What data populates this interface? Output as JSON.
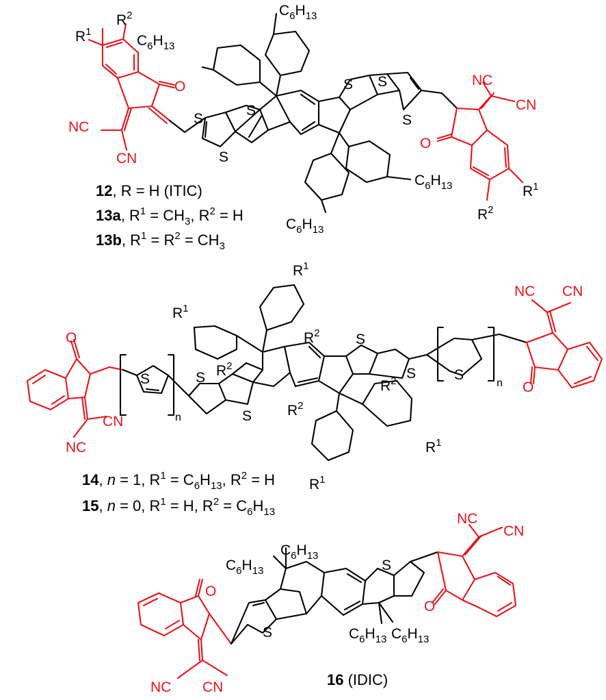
{
  "atoms": {
    "S": "S",
    "O": "O",
    "NC": "NC",
    "CN": "CN",
    "C": "C",
    "H": "H",
    "R": "R",
    "six": "6",
    "thirteen": "13",
    "one": "1",
    "two": "2",
    "n": "n"
  },
  "colors": {
    "core": "#000000",
    "acceptor_end_group": "#e8141b"
  },
  "compounds": [
    {
      "id": "12",
      "rest": ", R = H (ITIC)"
    },
    {
      "id": "13a",
      "rest_parts": [
        ", R",
        "1",
        " = CH",
        "3",
        ", R",
        "2",
        " = H"
      ]
    },
    {
      "id": "13b",
      "rest_parts": [
        ", R",
        "1",
        " = R",
        "2",
        " = CH",
        "3"
      ]
    },
    {
      "id": "14",
      "rest_parts": [
        ", ",
        "n",
        " = 1, R",
        "1",
        " = C",
        "6",
        "H",
        "13",
        ", R",
        "2",
        " = H"
      ]
    },
    {
      "id": "15",
      "rest_parts": [
        ", ",
        "n",
        " = 0, R",
        "1",
        " = H, R",
        "2",
        " = C",
        "6",
        "H",
        "13"
      ]
    },
    {
      "id": "16",
      "rest": " (IDIC)"
    }
  ]
}
